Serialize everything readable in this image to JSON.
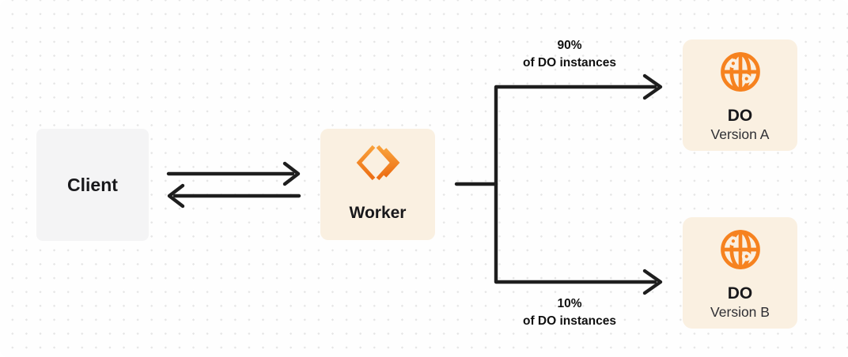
{
  "nodes": {
    "client": {
      "label": "Client"
    },
    "worker": {
      "label": "Worker",
      "icon": "cloudflare-workers-icon"
    },
    "do_version_a": {
      "title": "DO",
      "subtitle": "Version A",
      "icon": "durable-object-globe-icon"
    },
    "do_version_b": {
      "title": "DO",
      "subtitle": "Version B",
      "icon": "durable-object-globe-icon"
    }
  },
  "edges": {
    "client_worker": {
      "type": "bidirectional-arrows"
    },
    "route_a": {
      "percent": "90%",
      "caption": "of DO instances"
    },
    "route_b": {
      "percent": "10%",
      "caption": "of DO instances"
    }
  },
  "colors": {
    "accent_orange": "#F6821F",
    "worker_gradient_top": "#F9A13B",
    "worker_gradient_bottom": "#EC6D13",
    "panel_bg": "#FAF0E1",
    "client_bg": "#F4F4F5",
    "line_dark": "#1E1E1E",
    "text_primary": "#18181B",
    "text_secondary": "#2E2E33",
    "canvas_bg": "#FEFEFE",
    "grid_dot": "#E5E5E5"
  }
}
